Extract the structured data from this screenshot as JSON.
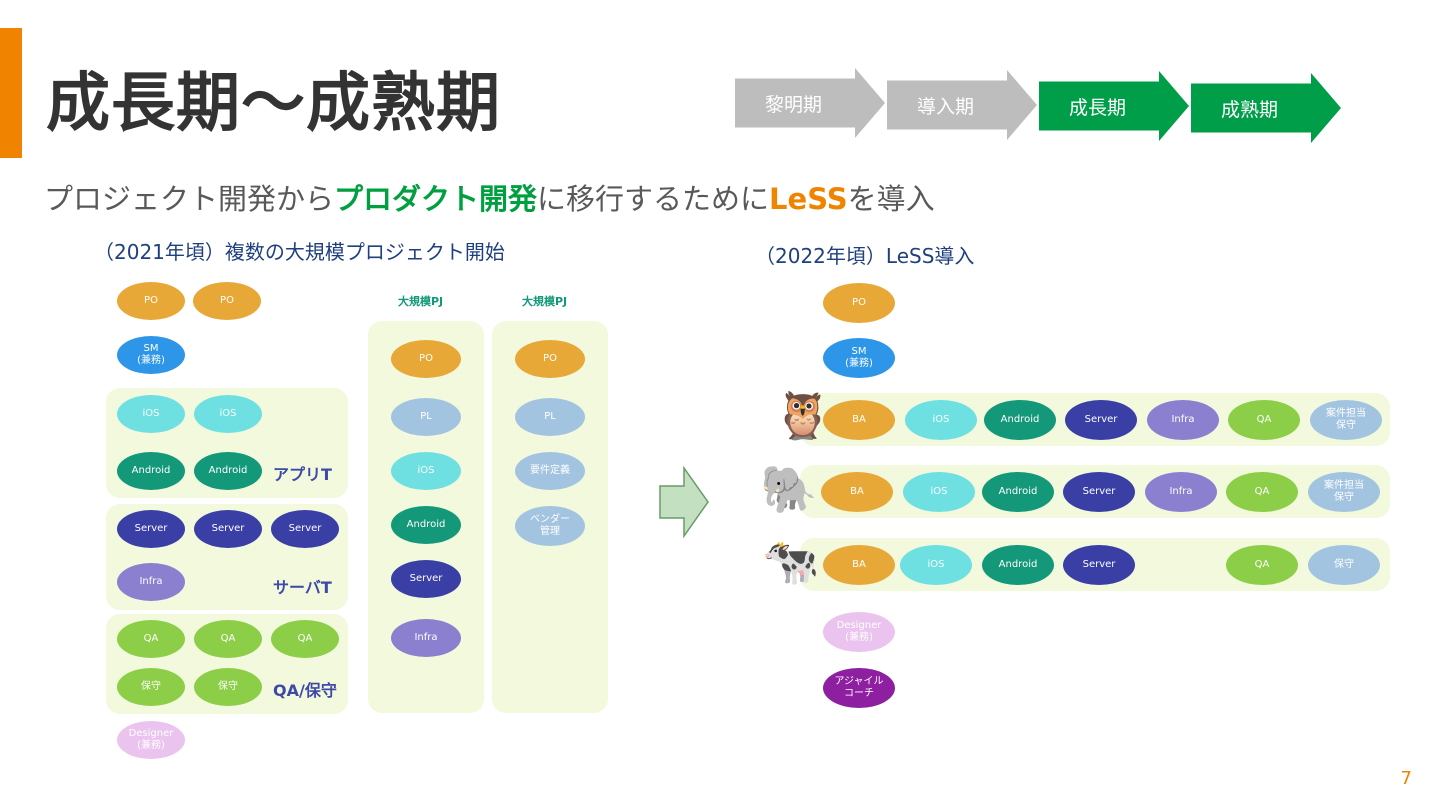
{
  "slide": {
    "title": "成長期〜成熟期",
    "page_number": "7",
    "accent_color": "#f08300"
  },
  "phases": [
    {
      "label": "黎明期",
      "active": false
    },
    {
      "label": "導入期",
      "active": false
    },
    {
      "label": "成長期",
      "active": true
    },
    {
      "label": "成熟期",
      "active": true
    }
  ],
  "subtitle": {
    "part1": "プロジェクト開発から",
    "part2": "プロダクト開発",
    "part3": "に移行するために",
    "part4": "LeSS",
    "part5": "を導入"
  },
  "left": {
    "heading": "（2021年頃）複数の大規模プロジェクト開始",
    "roles": {
      "po": "PO",
      "sm": "SM\n(兼務)",
      "ios": "iOS",
      "android": "Android",
      "server": "Server",
      "infra": "Infra",
      "qa": "QA",
      "hoshu": "保守",
      "designer": "Designer\n(兼務)"
    },
    "teams": {
      "app": "アプリT",
      "server": "サーバT",
      "qa": "QA/保守"
    },
    "pj1": {
      "label": "大規模PJ",
      "items": [
        "PO",
        "PL",
        "iOS",
        "Android",
        "Server",
        "Infra"
      ]
    },
    "pj2": {
      "label": "大規模PJ",
      "items": [
        "PO",
        "PL",
        "要件定義",
        "ベンダー\n管理"
      ]
    }
  },
  "arrow": {
    "icon": "right-arrow-icon"
  },
  "right": {
    "heading": "（2022年頃）LeSS導入",
    "po": "PO",
    "sm": "SM\n(兼務)",
    "teams": [
      {
        "icon": "owl-icon",
        "glyph": "🦉",
        "members": [
          "BA",
          "iOS",
          "Android",
          "Server",
          "Infra",
          "QA",
          "案件担当\n保守"
        ]
      },
      {
        "icon": "elephant-icon",
        "glyph": "🐘",
        "members": [
          "BA",
          "iOS",
          "Android",
          "Server",
          "Infra",
          "QA",
          "案件担当\n保守"
        ]
      },
      {
        "icon": "cow-icon",
        "glyph": "🐄",
        "members": [
          "BA",
          "iOS",
          "Android",
          "Server",
          "QA",
          "保守"
        ]
      }
    ],
    "designer": "Designer\n(兼務)",
    "coach": "アジャイル\nコーチ"
  },
  "colors": {
    "po": "#e8a838",
    "sm": "#2e96e8",
    "ios": "#6ee0e2",
    "android": "#13997a",
    "server": "#3a3fa6",
    "infra": "#8b7fd0",
    "qa": "#8cce48",
    "pl": "#a3c4e0",
    "designer": "#eac4ee",
    "coach": "#8e1fa0",
    "phase_inactive": "#bdbdbd",
    "phase_active": "#009e48"
  }
}
